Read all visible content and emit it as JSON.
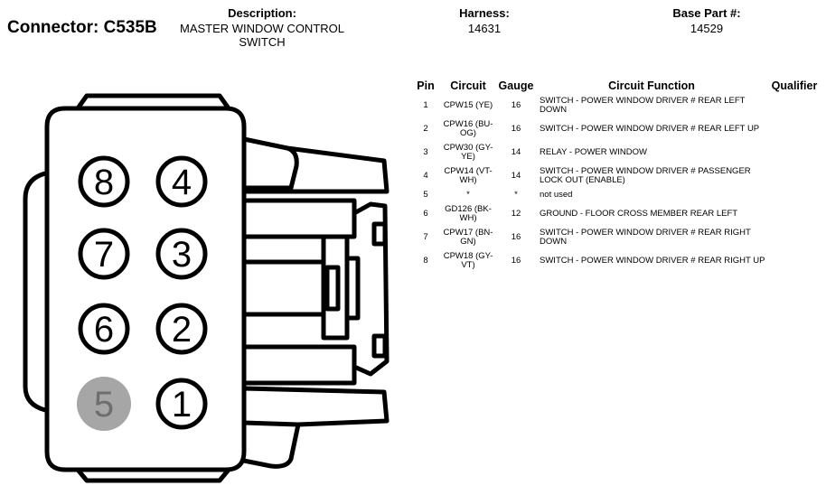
{
  "header": {
    "connector_label": "Connector: C535B",
    "description_label": "Description:",
    "description_value": "MASTER WINDOW CONTROL SWITCH",
    "harness_label": "Harness:",
    "harness_value": "14631",
    "base_part_label": "Base Part #:",
    "base_part_value": "14529"
  },
  "diagram": {
    "cavities": [
      {
        "label": "8",
        "used": true
      },
      {
        "label": "4",
        "used": true
      },
      {
        "label": "7",
        "used": true
      },
      {
        "label": "3",
        "used": true
      },
      {
        "label": "6",
        "used": true
      },
      {
        "label": "2",
        "used": true
      },
      {
        "label": "5",
        "used": false
      },
      {
        "label": "1",
        "used": true
      }
    ],
    "colors": {
      "outline": "#000000",
      "unused_fill": "#a6a6a6",
      "unused_text": "#6e6e6e"
    }
  },
  "table": {
    "headers": {
      "pin": "Pin",
      "circuit": "Circuit",
      "gauge": "Gauge",
      "function": "Circuit Function",
      "qualifier": "Qualifier"
    },
    "rows": [
      {
        "pin": "1",
        "circuit": "CPW15 (YE)",
        "gauge": "16",
        "function": "SWITCH - POWER WINDOW DRIVER # REAR LEFT DOWN",
        "qualifier": ""
      },
      {
        "pin": "2",
        "circuit": "CPW16 (BU-OG)",
        "gauge": "16",
        "function": "SWITCH - POWER WINDOW DRIVER # REAR LEFT UP",
        "qualifier": ""
      },
      {
        "pin": "3",
        "circuit": "CPW30 (GY-YE)",
        "gauge": "14",
        "function": "RELAY - POWER WINDOW",
        "qualifier": ""
      },
      {
        "pin": "4",
        "circuit": "CPW14 (VT-WH)",
        "gauge": "14",
        "function": "SWITCH - POWER WINDOW DRIVER # PASSENGER LOCK OUT (ENABLE)",
        "qualifier": ""
      },
      {
        "pin": "5",
        "circuit": "*",
        "gauge": "*",
        "function": "not used",
        "qualifier": ""
      },
      {
        "pin": "6",
        "circuit": "GD126 (BK-WH)",
        "gauge": "12",
        "function": "GROUND - FLOOR CROSS MEMBER REAR LEFT",
        "qualifier": ""
      },
      {
        "pin": "7",
        "circuit": "CPW17 (BN-GN)",
        "gauge": "16",
        "function": "SWITCH - POWER WINDOW DRIVER # REAR RIGHT DOWN",
        "qualifier": ""
      },
      {
        "pin": "8",
        "circuit": "CPW18 (GY-VT)",
        "gauge": "16",
        "function": "SWITCH - POWER WINDOW DRIVER # REAR RIGHT UP",
        "qualifier": ""
      }
    ]
  }
}
